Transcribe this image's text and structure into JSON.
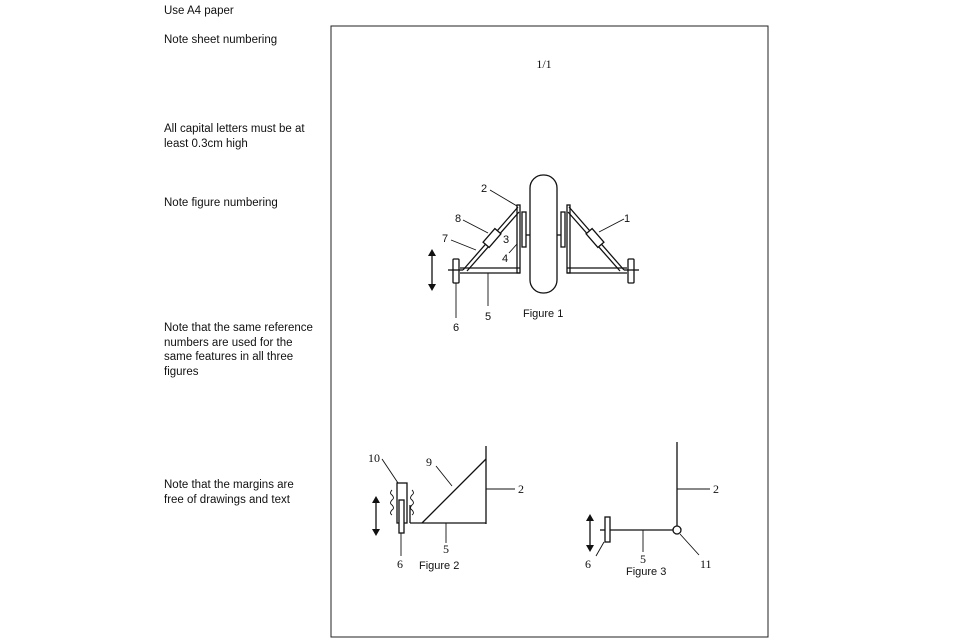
{
  "notes": [
    "Use A4 paper",
    "Note sheet numbering",
    "All capital letters must be at least 0.3cm high",
    "Note figure numbering",
    "Note that the same reference numbers are used for the same features in all three figures",
    "Note that the margins are free of drawings and text"
  ],
  "sheet": {
    "page_number": "1/1",
    "figure1": {
      "caption": "Figure 1",
      "refs": [
        "1",
        "2",
        "3",
        "4",
        "5",
        "6",
        "7",
        "8"
      ]
    },
    "figure2": {
      "caption": "Figure 2",
      "refs": [
        "10",
        "9",
        "2",
        "5",
        "6"
      ]
    },
    "figure3": {
      "caption": "Figure 3",
      "refs": [
        "2",
        "5",
        "6",
        "11"
      ]
    }
  }
}
